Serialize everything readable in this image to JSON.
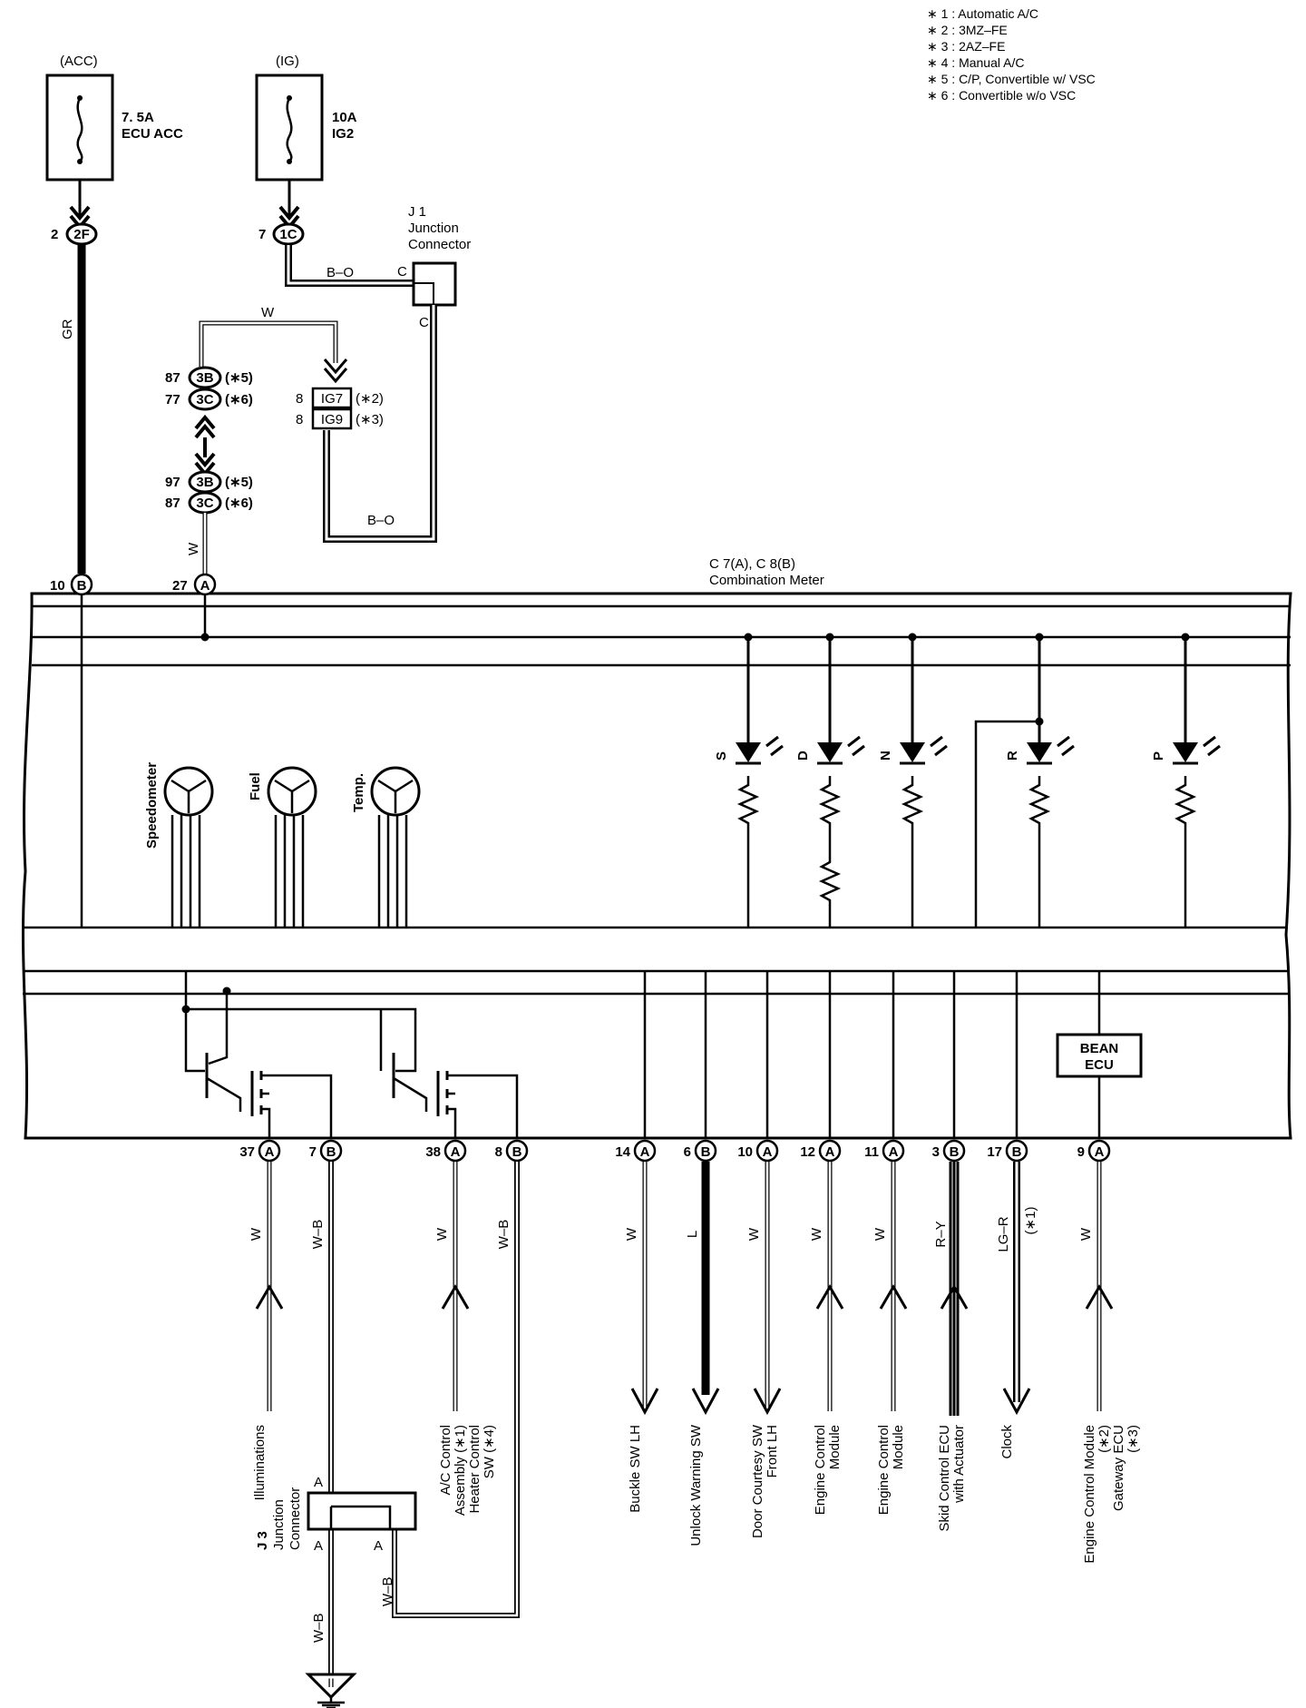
{
  "notes": [
    "∗ 1 : Automatic A/C",
    "∗ 2 : 3MZ–FE",
    "∗ 3 : 2AZ–FE",
    "∗ 4 : Manual A/C",
    "∗ 5 : C/P,  Convertible w/ VSC",
    "∗ 6 : Convertible w/o VSC"
  ],
  "fuses": {
    "acc": {
      "supply": "(ACC)",
      "rating": "7. 5A",
      "name": "ECU ACC"
    },
    "ig": {
      "supply": "(IG)",
      "rating": "10A",
      "name": "IG2"
    }
  },
  "fuse_pins": {
    "acc": {
      "pin": "2",
      "code": "2F"
    },
    "ig": {
      "pin": "7",
      "code": "1C"
    }
  },
  "j1": {
    "id": "J 1",
    "line1": "Junction",
    "line2": "Connector",
    "term_c1": "C",
    "term_c2": "C"
  },
  "wires": {
    "gr": "GR",
    "bo_top": "B–O",
    "w_top": "W",
    "bo_bottom": "B–O",
    "w_mid": "W"
  },
  "ig_connectors": {
    "ig7": {
      "pin": "8",
      "code": "IG7",
      "note": "(∗2)"
    },
    "ig9": {
      "pin": "8",
      "code": "IG9",
      "note": "(∗3)"
    }
  },
  "split_connectors": {
    "upper": [
      {
        "pin": "87",
        "code": "3B",
        "note": "(∗5)"
      },
      {
        "pin": "77",
        "code": "3C",
        "note": "(∗6)"
      }
    ],
    "lower": [
      {
        "pin": "97",
        "code": "3B",
        "note": "(∗5)"
      },
      {
        "pin": "87",
        "code": "3C",
        "note": "(∗6)"
      }
    ]
  },
  "meter": {
    "line1": "C 7(A), C 8(B)",
    "line2": "Combination Meter",
    "top_pins": [
      {
        "pin": "10",
        "code": "B"
      },
      {
        "pin": "27",
        "code": "A"
      }
    ],
    "gauges": [
      "Speedometer",
      "Fuel",
      "Temp."
    ],
    "indicators": [
      "S",
      "D",
      "N",
      "R",
      "P"
    ],
    "bean_line1": "BEAN",
    "bean_line2": "ECU"
  },
  "bottom_pins": [
    {
      "pin": "37",
      "code": "A",
      "wire": "W",
      "dest": [
        "Illuminations"
      ]
    },
    {
      "pin": "7",
      "code": "B",
      "wire": "W–B",
      "dest": []
    },
    {
      "pin": "38",
      "code": "A",
      "wire": "W",
      "dest": [
        "A/C Control",
        "Assembly (∗1)",
        "Heater Control",
        "SW (∗4)"
      ]
    },
    {
      "pin": "8",
      "code": "B",
      "wire": "W–B",
      "dest": []
    },
    {
      "pin": "14",
      "code": "A",
      "wire": "W",
      "dest": [
        "Buckle SW LH"
      ]
    },
    {
      "pin": "6",
      "code": "B",
      "wire": "L",
      "dest": [
        "Unlock Warning SW"
      ]
    },
    {
      "pin": "10",
      "code": "A",
      "wire": "W",
      "dest": [
        "Door Courtesy SW",
        "Front LH"
      ]
    },
    {
      "pin": "12",
      "code": "A",
      "wire": "W",
      "dest": [
        "Engine Control",
        "Module"
      ]
    },
    {
      "pin": "11",
      "code": "A",
      "wire": "W",
      "dest": [
        "Engine Control",
        "Module"
      ]
    },
    {
      "pin": "3",
      "code": "B",
      "wire": "R–Y",
      "dest": [
        "Skid Control ECU",
        "with Actuator"
      ]
    },
    {
      "pin": "17",
      "code": "B",
      "wire": "LG–R",
      "note": "(∗1)",
      "dest": [
        "Clock"
      ]
    },
    {
      "pin": "9",
      "code": "A",
      "wire": "W",
      "dest": [
        "Engine Control Module",
        "(∗2)",
        "Gateway ECU",
        "(∗3)"
      ]
    }
  ],
  "j3": {
    "id": "J 3",
    "line1": "Junction",
    "line2": "Connector",
    "term_a_top": "A",
    "term_a_left": "A",
    "term_a_right": "A"
  },
  "ground": {
    "wire": "W–B",
    "code": "II"
  }
}
